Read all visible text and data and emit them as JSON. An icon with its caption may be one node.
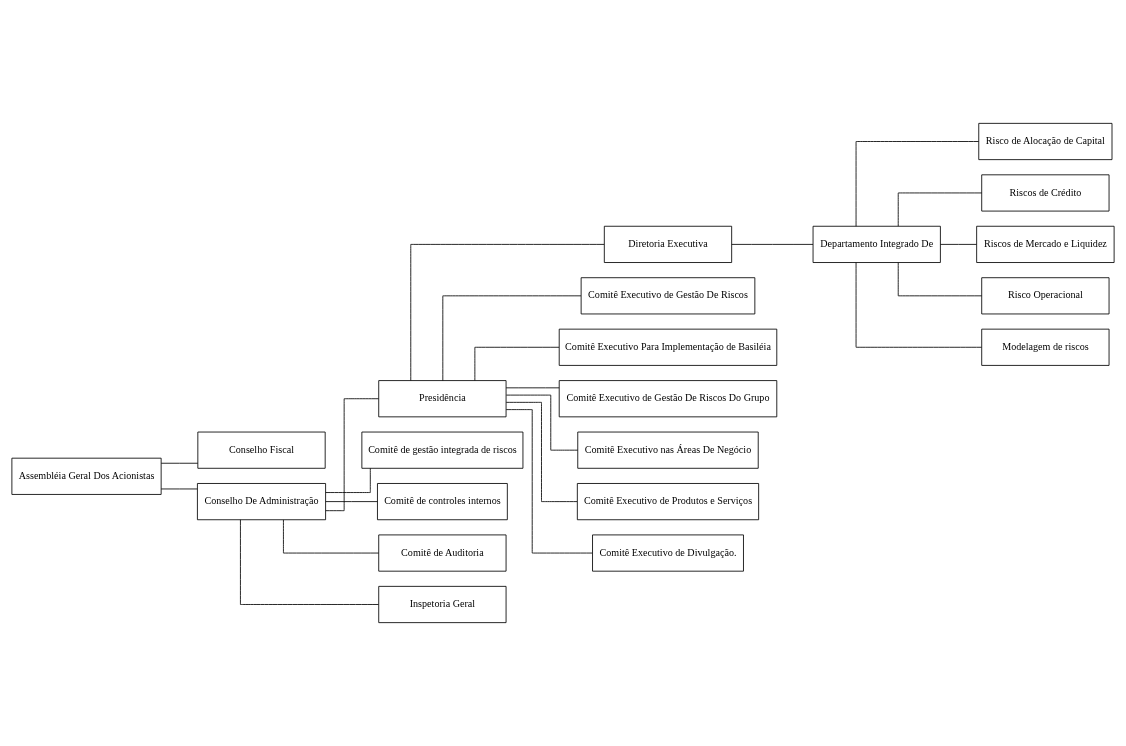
{
  "diagram": {
    "nodes": [
      {
        "text": [
          "Assembléia Geral Dos Acionistas"
        ]
      },
      {
        "text": [
          "Conselho Fiscal"
        ]
      },
      {
        "text": [
          "Conselho De Administração"
        ]
      },
      {
        "text": [
          "Presidência"
        ]
      },
      {
        "text": [
          "Diretoria Executiva"
        ]
      },
      {
        "text": [
          "Departamento Integrado De"
        ]
      },
      {
        "text": [
          "Comitê de gestão integrada de riscos"
        ]
      },
      {
        "text": [
          "Comitê de controles internos"
        ]
      },
      {
        "text": [
          "Comitê de Auditoria"
        ]
      },
      {
        "text": [
          "Inspetoria Geral"
        ]
      },
      {
        "text": [
          "Comitê Executivo de Gestão De Riscos"
        ]
      },
      {
        "text": [
          "Comitê Executivo Para Implementação de Basiléia"
        ]
      },
      {
        "text": [
          "Comitê Executivo de Gestão De Riscos Do Grupo"
        ]
      },
      {
        "text": [
          "Comitê Executivo nas Áreas De Negócio"
        ]
      },
      {
        "text": [
          "Comitê Executivo de Produtos e Serviços"
        ]
      },
      {
        "text": [
          "Comitê Executivo de Divulgação."
        ]
      },
      {
        "text": [
          "Risco de Alocação de Capital"
        ]
      },
      {
        "text": [
          "Riscos de Crédito"
        ]
      },
      {
        "text": [
          "Riscos de Mercado e Liquidez"
        ]
      },
      {
        "text": [
          "Risco Operacional"
        ]
      },
      {
        "text": [
          "Modelagem de riscos"
        ]
      }
    ],
    "edges": [
      {
        "from": 0,
        "to": 1,
        "arrow": "none"
      },
      {
        "from": 0,
        "to": 2,
        "arrow": "none"
      },
      {
        "from": 2,
        "to": 3,
        "arrow": "none"
      },
      {
        "from": 3,
        "to": 4,
        "arrow": "none"
      },
      {
        "from": 4,
        "to": 5,
        "arrow": "none"
      },
      {
        "from": 2,
        "to": 6,
        "arrow": "none"
      },
      {
        "from": 2,
        "to": 7,
        "arrow": "none"
      },
      {
        "from": 2,
        "to": 8,
        "arrow": "none"
      },
      {
        "from": 2,
        "to": 9,
        "arrow": "none"
      },
      {
        "from": 3,
        "to": 10,
        "arrow": "none"
      },
      {
        "from": 3,
        "to": 11,
        "arrow": "none"
      },
      {
        "from": 3,
        "to": 12,
        "arrow": "none"
      },
      {
        "from": 3,
        "to": 13,
        "arrow": "none"
      },
      {
        "from": 3,
        "to": 14,
        "arrow": "none"
      },
      {
        "from": 3,
        "to": 15,
        "arrow": "none"
      },
      {
        "from": 5,
        "to": 16,
        "arrow": "none"
      },
      {
        "from": 5,
        "to": 17,
        "arrow": "none"
      },
      {
        "from": 5,
        "to": 18,
        "arrow": "none"
      },
      {
        "from": 5,
        "to": 19,
        "arrow": "none"
      },
      {
        "from": 5,
        "to": 20,
        "arrow": "none"
      }
    ]
  }
}
